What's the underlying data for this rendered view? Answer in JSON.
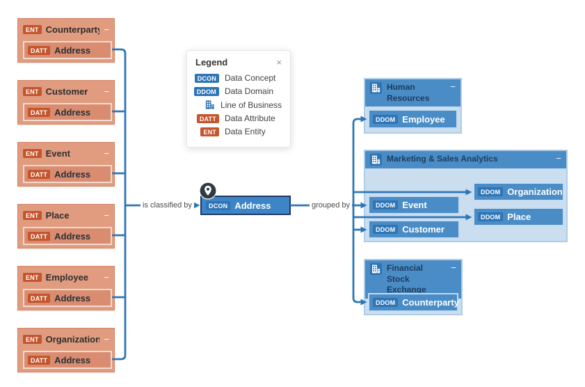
{
  "colors": {
    "orange_badge": "#C4552D",
    "entity_fill": "#E19C80",
    "attribute_fill": "#D98C6F",
    "blue_badge": "#2E75B6",
    "domain_node_fill": "#4A8CC6",
    "group_body_fill": "#CBDEF0",
    "concept_fill": "#3D85C6",
    "concept_border": "#1F3864",
    "edge_line": "#2E75B6"
  },
  "entities": [
    {
      "badge": "ENT",
      "name": "Counterparty",
      "collapse": "−",
      "attribute": {
        "badge": "DATT",
        "name": "Address"
      }
    },
    {
      "badge": "ENT",
      "name": "Customer",
      "collapse": "−",
      "attribute": {
        "badge": "DATT",
        "name": "Address"
      }
    },
    {
      "badge": "ENT",
      "name": "Event",
      "collapse": "−",
      "attribute": {
        "badge": "DATT",
        "name": "Address"
      }
    },
    {
      "badge": "ENT",
      "name": "Place",
      "collapse": "−",
      "attribute": {
        "badge": "DATT",
        "name": "Address"
      }
    },
    {
      "badge": "ENT",
      "name": "Employee",
      "collapse": "−",
      "attribute": {
        "badge": "DATT",
        "name": "Address"
      }
    },
    {
      "badge": "ENT",
      "name": "Organization",
      "collapse": "−",
      "attribute": {
        "badge": "DATT",
        "name": "Address"
      }
    }
  ],
  "legend": {
    "title": "Legend",
    "close": "×",
    "items": [
      {
        "badge": "DCON",
        "label": "Data Concept"
      },
      {
        "badge": "DDOM",
        "label": "Data Domain"
      },
      {
        "icon": "line-of-business",
        "label": "Line of Business"
      },
      {
        "badge": "DATT",
        "label": "Data Attribute"
      },
      {
        "badge": "ENT",
        "label": "Data Entity"
      }
    ]
  },
  "concept": {
    "badge": "DCON",
    "name": "Address"
  },
  "edges": {
    "left_label": "is classified by",
    "right_label": "grouped by"
  },
  "groups": [
    {
      "title": "Human Resources",
      "collapse": "−",
      "nodes": [
        {
          "badge": "DDOM",
          "name": "Employee"
        }
      ]
    },
    {
      "title": "Marketing & Sales Analytics",
      "collapse": "−",
      "nodes": [
        {
          "badge": "DDOM",
          "name": "Event"
        },
        {
          "badge": "DDOM",
          "name": "Customer"
        },
        {
          "badge": "DDOM",
          "name": "Organization"
        },
        {
          "badge": "DDOM",
          "name": "Place"
        }
      ]
    },
    {
      "title": "Financial Stock Exchange",
      "collapse": "−",
      "nodes": [
        {
          "badge": "DDOM",
          "name": "Counterparty"
        }
      ]
    }
  ]
}
